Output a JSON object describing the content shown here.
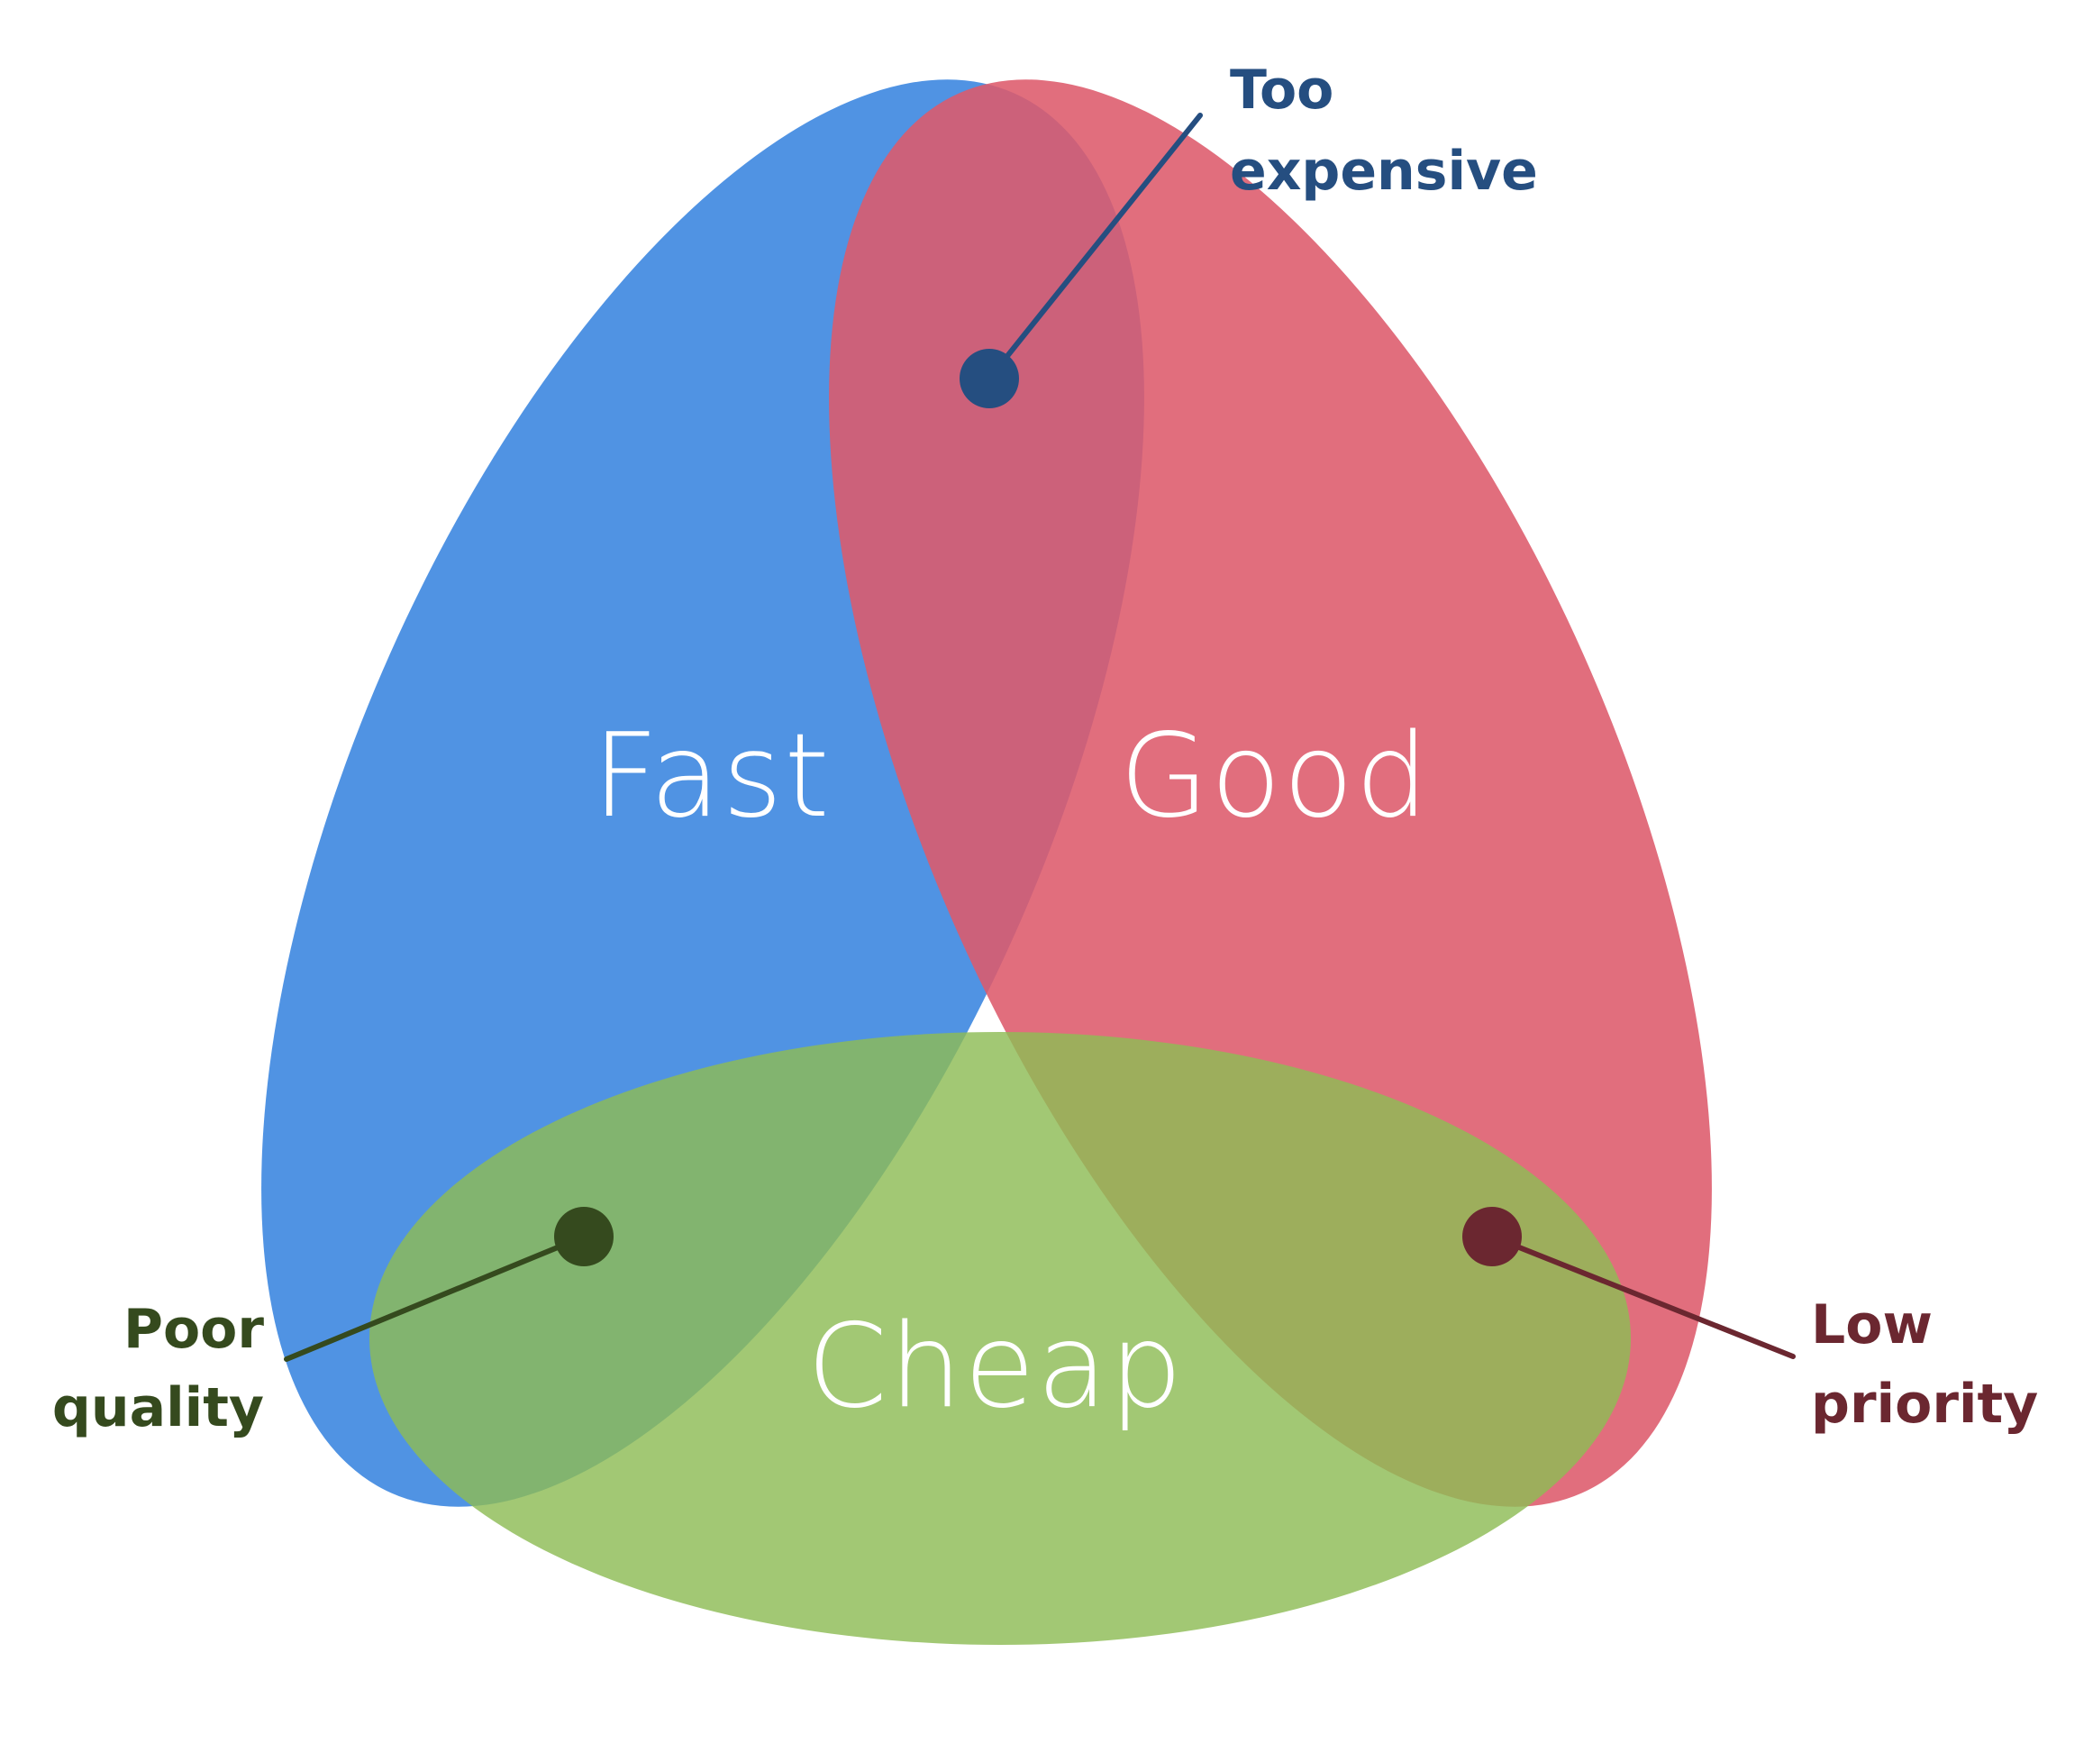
{
  "sets": {
    "fast": {
      "label": "Fast",
      "color": "#4A90E2"
    },
    "good": {
      "label": "Good",
      "color": "#E06776"
    },
    "cheap": {
      "label": "Cheap",
      "color": "#9BC46C"
    }
  },
  "callouts": {
    "too_expensive": {
      "line1": "Too",
      "line2": "expensive",
      "color": "#254E80"
    },
    "poor_quality": {
      "line1": "Poor",
      "line2": "quality",
      "color": "#354A1E"
    },
    "low_priority": {
      "line1": "Low",
      "line2": "priority",
      "color": "#6B2730"
    }
  }
}
